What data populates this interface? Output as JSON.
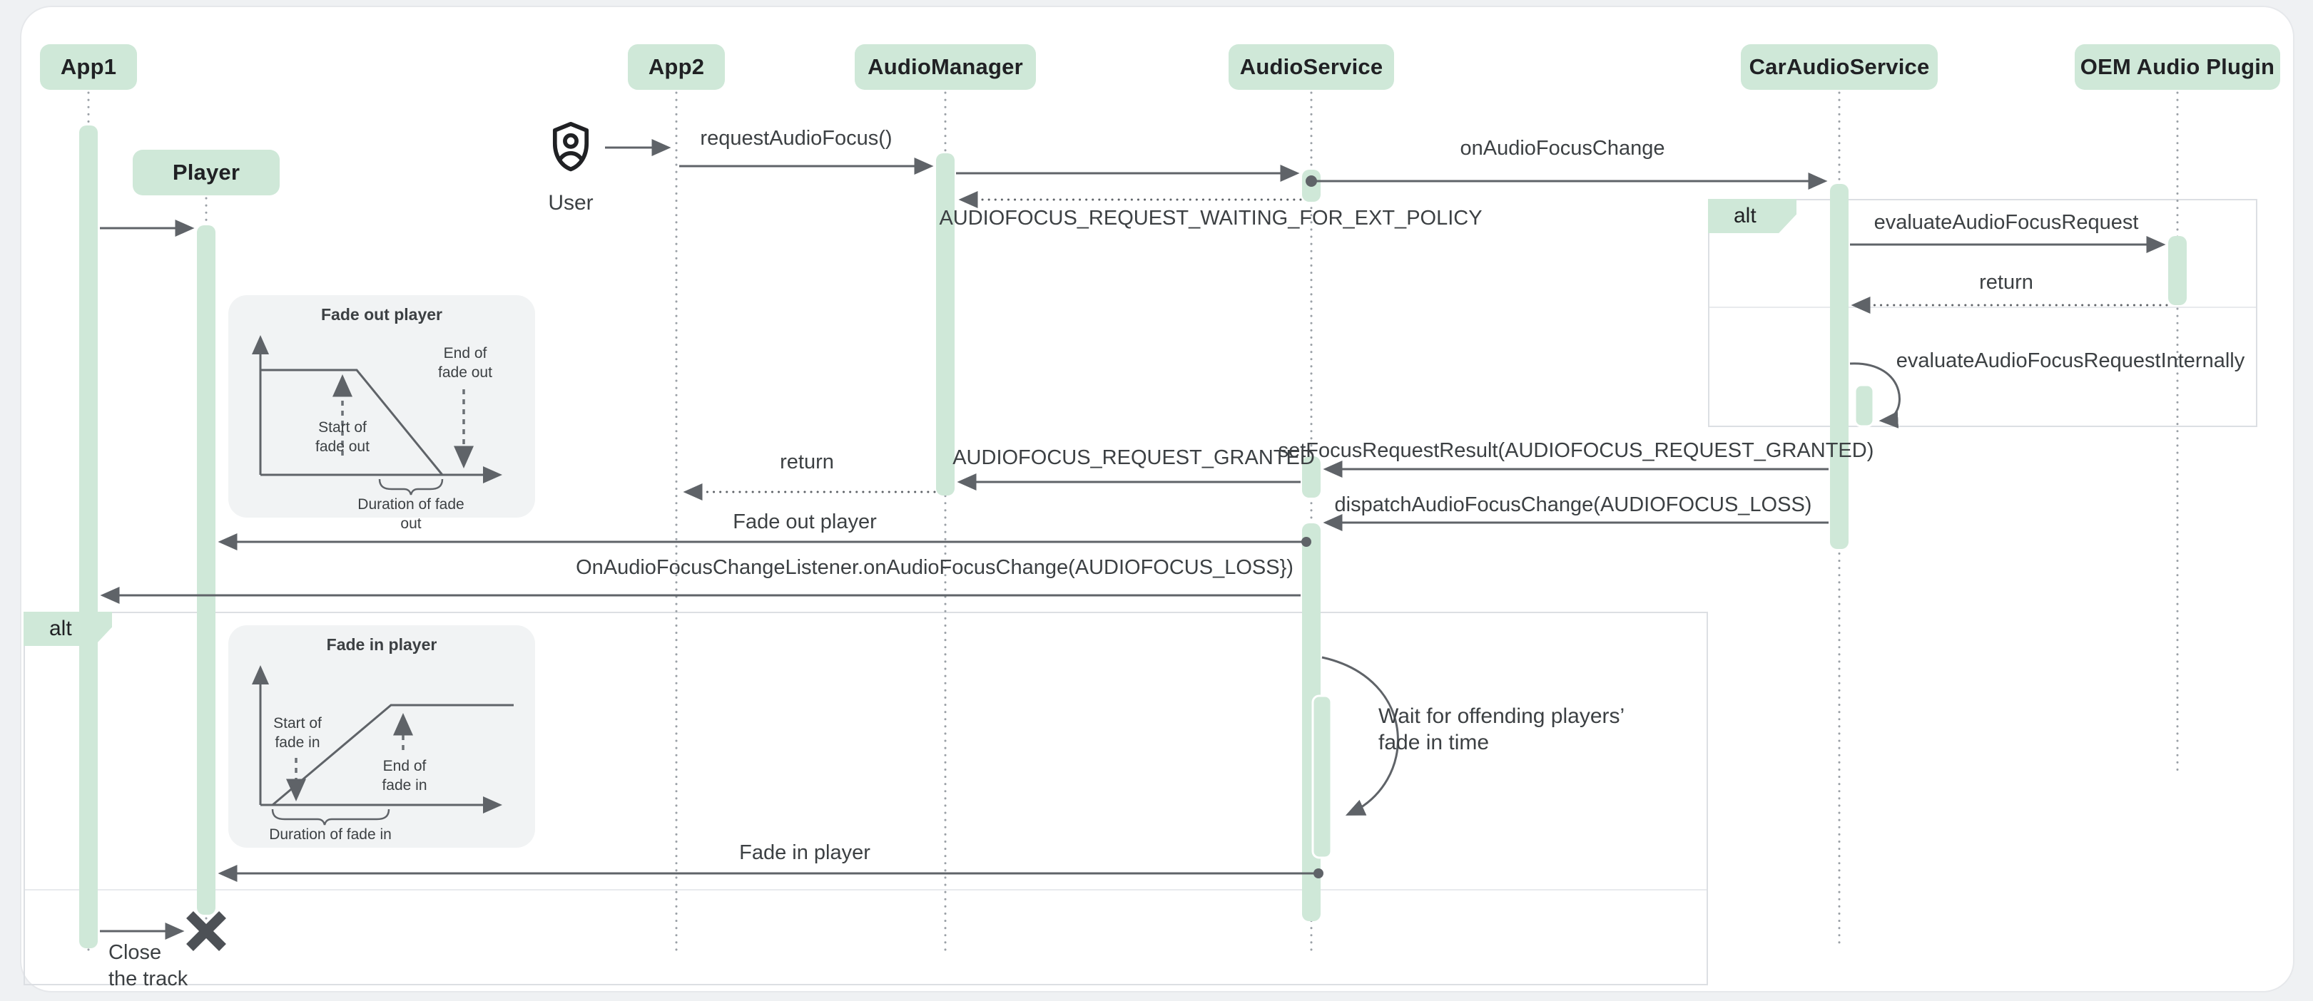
{
  "participants": {
    "app1": "App1",
    "player": "Player",
    "app2": "App2",
    "audio_manager": "AudioManager",
    "audio_service": "AudioService",
    "car_audio_service": "CarAudioService",
    "oem_audio_plugin": "OEM Audio Plugin"
  },
  "actor": {
    "label": "User"
  },
  "fragments": {
    "policy_alt": "alt",
    "player_alt": "alt"
  },
  "messages": {
    "request_audio_focus": "requestAudioFocus()",
    "on_audio_focus_change": "onAudioFocusChange",
    "waiting_ext_policy": "AUDIOFOCUS_REQUEST_WAITING_FOR_EXT_POLICY",
    "evaluate_request": "evaluateAudioFocusRequest",
    "return_1": "return",
    "evaluate_internally": "evaluateAudioFocusRequestInternally",
    "set_focus_result": "setFocusRequestResult(AUDIOFOCUS_REQUEST_GRANTED)",
    "request_granted": "AUDIOFOCUS_REQUEST_GRANTED",
    "return_2": "return",
    "dispatch_change": "dispatchAudioFocusChange(AUDIOFOCUS_LOSS)",
    "fade_out_player": "Fade out player",
    "on_change_listener": "OnAudioFocusChangeListener.onAudioFocusChange(AUDIOFOCUS_LOSS})",
    "fade_in_player": "Fade in player"
  },
  "note": {
    "line1": "Wait for offending players’",
    "line2": "fade in time"
  },
  "close_note": {
    "line1": "Close",
    "line2": "the track"
  },
  "insets": {
    "fade_out": {
      "title": "Fade out player",
      "start_line1": "Start of",
      "start_line2": "fade out",
      "end_line1": "End of",
      "end_line2": "fade out",
      "duration": "Duration of fade out"
    },
    "fade_in": {
      "title": "Fade in player",
      "start_line1": "Start of",
      "start_line2": "fade in",
      "end_line1": "End of",
      "end_line2": "fade in",
      "duration": "Duration of fade in"
    }
  },
  "colors": {
    "accent_green": "#cfe8d8",
    "arrow_gray": "#5f6368",
    "text_dark": "#202124",
    "inset_bg": "#f1f3f4"
  }
}
